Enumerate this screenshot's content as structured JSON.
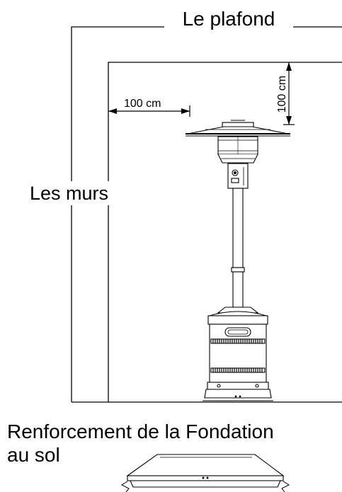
{
  "labels": {
    "ceiling": "Le plafond",
    "walls": "Les murs",
    "horizontal_clearance": "100 cm",
    "vertical_clearance": "100 cm",
    "foundation_line1": "Renforcement de la Fondation",
    "foundation_line2": "au sol"
  },
  "colors": {
    "line": "#000000",
    "background": "#ffffff"
  }
}
